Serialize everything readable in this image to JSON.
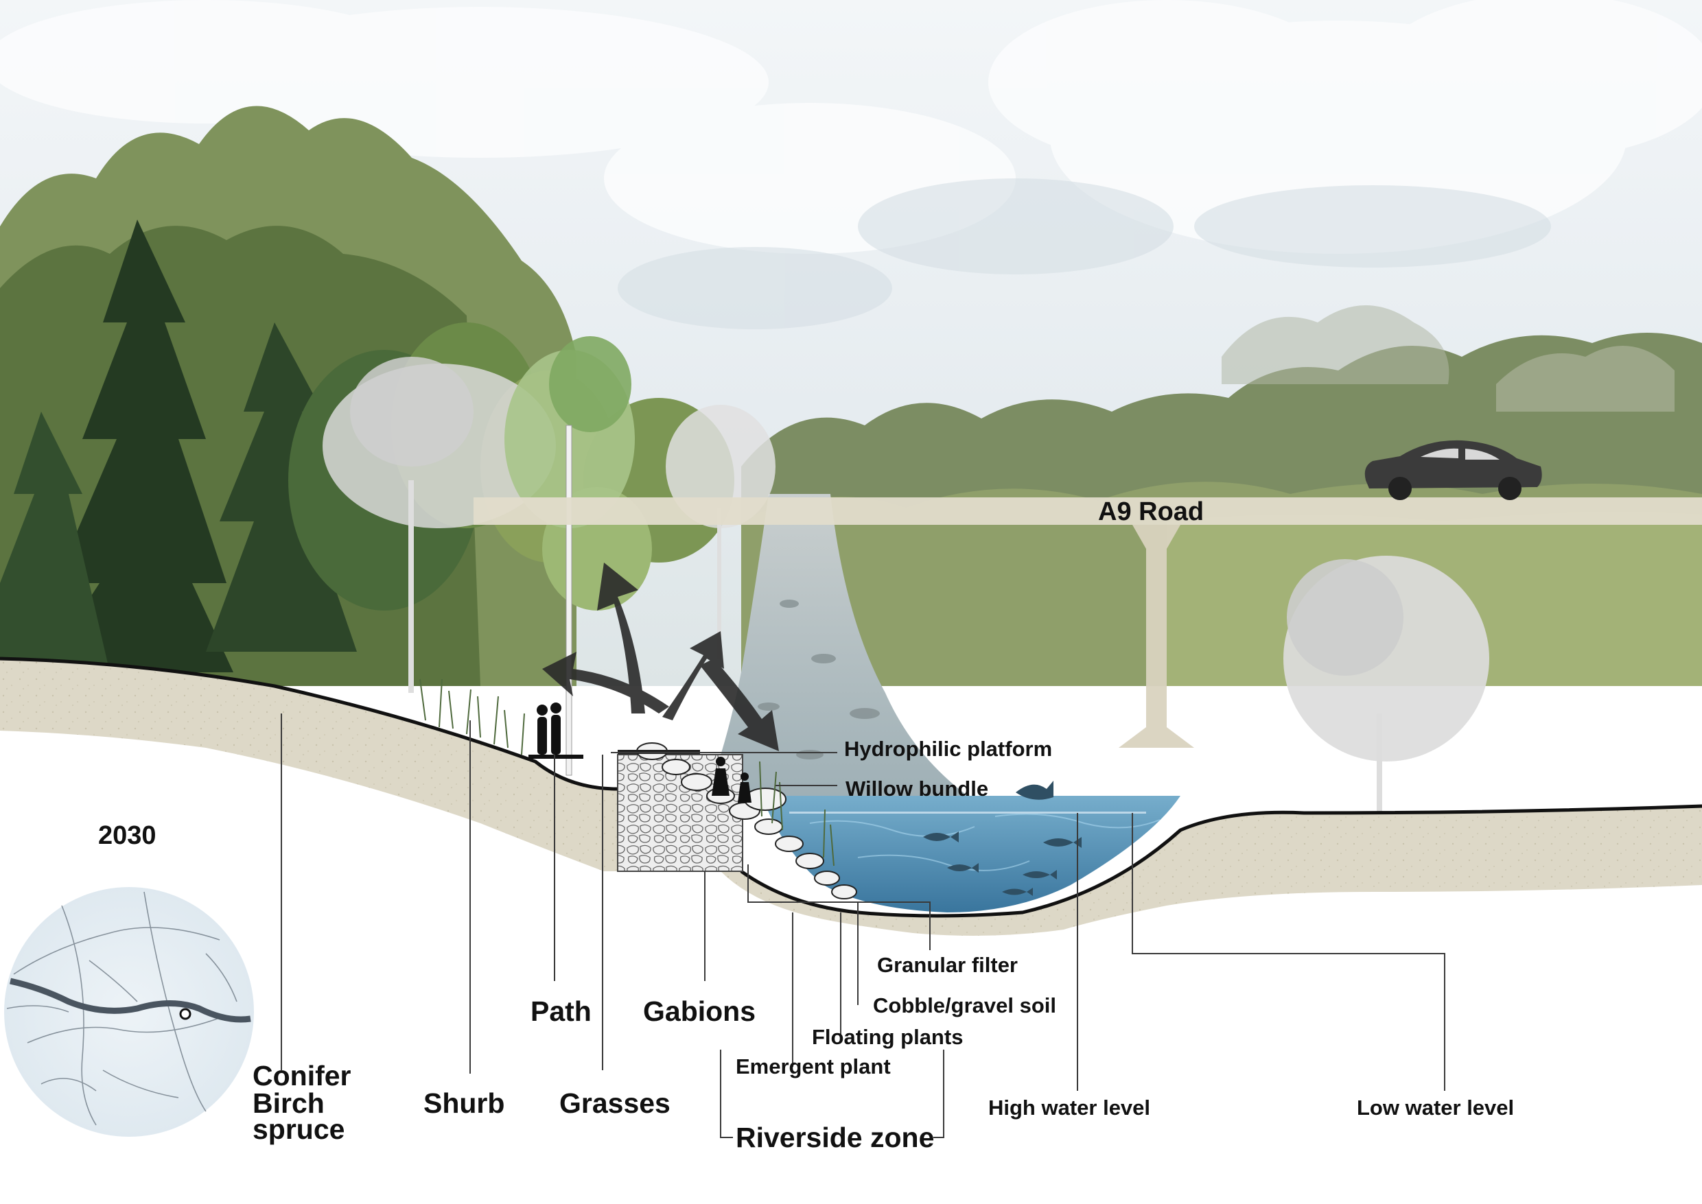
{
  "year": "2030",
  "labels": {
    "road": "A9 Road",
    "hydrophilic_platform": "Hydrophilic platform",
    "willow_bundle": "Willow bundle",
    "granular_filter": "Granular filter",
    "cobble_gravel_soil": "Cobble/gravel soil",
    "floating_plants": "Floating plants",
    "emergent_plant": "Emergent plant",
    "riverside_zone": "Riverside zone",
    "high_water_level": "High water level",
    "low_water_level": "Low water level",
    "path": "Path",
    "gabions": "Gabions",
    "grasses": "Grasses",
    "shurb": "Shurb",
    "conifer_birch_spruce": [
      "Conifer",
      "Birch",
      "spruce"
    ]
  },
  "colors": {
    "sky": "#e9eef2",
    "cloud": "#f7f9fb",
    "foliage_dark": "#2f4a2c",
    "foliage_mid": "#6f8a4f",
    "foliage_light": "#a9bb7c",
    "ground": "#ddd8c6",
    "water": "#4f8fb8",
    "road_deck": "#e2dccb",
    "ghost_tree": "#d8d8d8",
    "map_bg": "#e4edf3",
    "map_river": "#4a5560"
  },
  "icons": [
    "car-icon",
    "fish-icon",
    "person-icon",
    "arrow-icon"
  ]
}
